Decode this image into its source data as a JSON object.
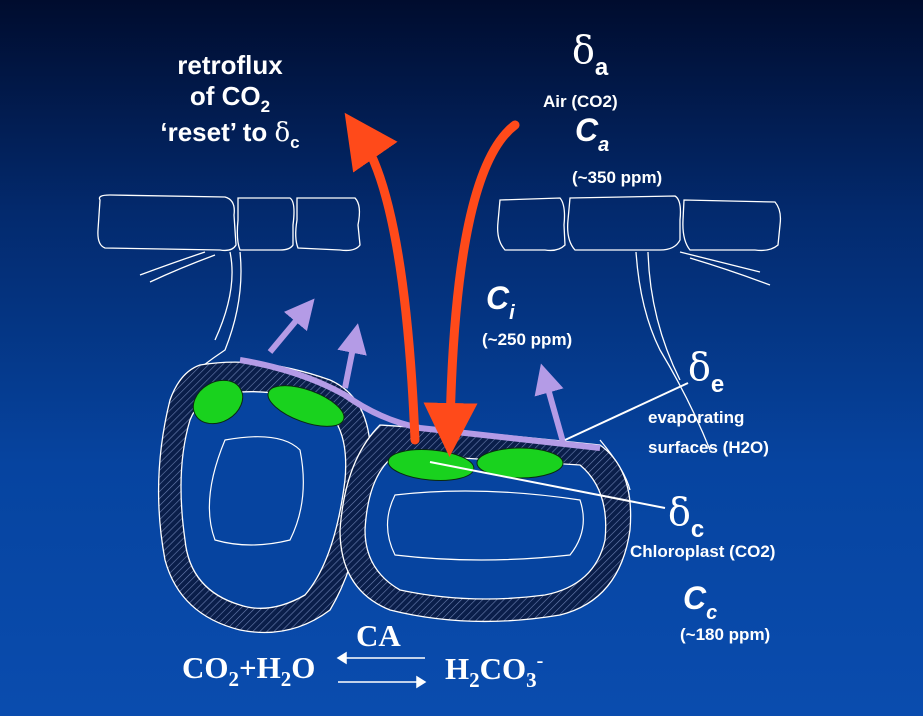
{
  "retroflux": {
    "line1": "retroflux",
    "line2_prefix": "of CO",
    "line2_sub": "2",
    "line3_prefix": "‘reset’ to ",
    "delta": "δ",
    "delta_sub": "c"
  },
  "air": {
    "delta": "δ",
    "delta_sub": "a",
    "label": "Air (CO2)",
    "conc_symbol": "C",
    "conc_sub": "a",
    "conc_value": "(~350 ppm)"
  },
  "intercellular": {
    "conc_symbol": "C",
    "conc_sub": "i",
    "conc_value": "(~250 ppm)"
  },
  "evaporating": {
    "delta": "δ",
    "delta_sub": "e",
    "line1": "evaporating",
    "line2": "surfaces (H2O)"
  },
  "chloroplast": {
    "delta": "δ",
    "delta_sub": "c",
    "label": "Chloroplast (CO2)",
    "conc_symbol": "C",
    "conc_sub": "c",
    "conc_value": "(~180 ppm)"
  },
  "equation": {
    "enzyme": "CA",
    "left_a": "CO",
    "left_a_sub": "2",
    "left_b": "+H",
    "left_b_sub": "2",
    "left_c": "O",
    "right_a": "H",
    "right_a_sub": "2",
    "right_b": "CO",
    "right_b_sub": "3",
    "right_sup": "-"
  },
  "colors": {
    "flux_arrow": "#ff4a1a",
    "vapor_arrow": "#b49be6",
    "chloroplast": "#19d21e",
    "cell_wall": "#ffffff"
  }
}
